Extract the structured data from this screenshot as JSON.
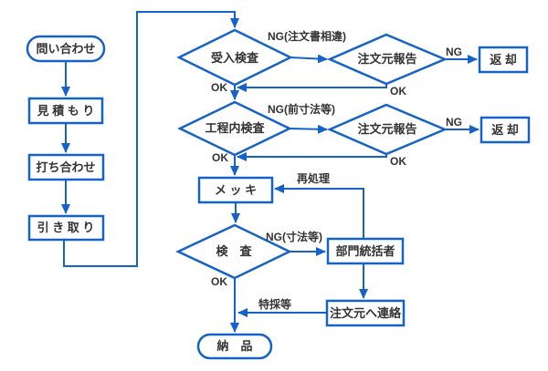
{
  "diagram": {
    "type": "flowchart",
    "colors": {
      "line": "#1563c8",
      "text": "#333333",
      "background": "#ffffff"
    },
    "nodes": {
      "inquiry": {
        "label": "問い合わせ",
        "shape": "terminator"
      },
      "estimate": {
        "label": "見 積 も り",
        "shape": "process"
      },
      "meeting": {
        "label": "打ち合わせ",
        "shape": "process"
      },
      "pickup": {
        "label": "引 き 取 り",
        "shape": "process"
      },
      "incoming_inspection": {
        "label": "受入検査",
        "shape": "decision"
      },
      "report_to_orderer_1": {
        "label": "注文元報告",
        "shape": "decision"
      },
      "return_1": {
        "label": "返 却",
        "shape": "process"
      },
      "in_process_inspection": {
        "label": "工程内検査",
        "shape": "decision"
      },
      "report_to_orderer_2": {
        "label": "注文元報告",
        "shape": "decision"
      },
      "return_2": {
        "label": "返 却",
        "shape": "process"
      },
      "plating": {
        "label": "メ ッ キ",
        "shape": "process"
      },
      "inspection": {
        "label": "検　査",
        "shape": "decision"
      },
      "dept_supervisor": {
        "label": "部門統括者",
        "shape": "process"
      },
      "contact_orderer": {
        "label": "注文元へ連絡",
        "shape": "process"
      },
      "delivery": {
        "label": "納　品",
        "shape": "terminator"
      }
    },
    "labels": {
      "ng_order_doc": "NG(注文書相違)",
      "ng_1": "NG",
      "ok_below_incoming": "OK",
      "ok_back_1": "OK",
      "ng_pre_dim": "NG(前寸法等)",
      "ng_2": "NG",
      "ok_below_inprocess": "OK",
      "ok_back_2": "OK",
      "reprocess": "再処理",
      "ng_dim": "NG(寸法等)",
      "ok_below_inspection": "OK",
      "special_acceptance": "特採等"
    }
  }
}
